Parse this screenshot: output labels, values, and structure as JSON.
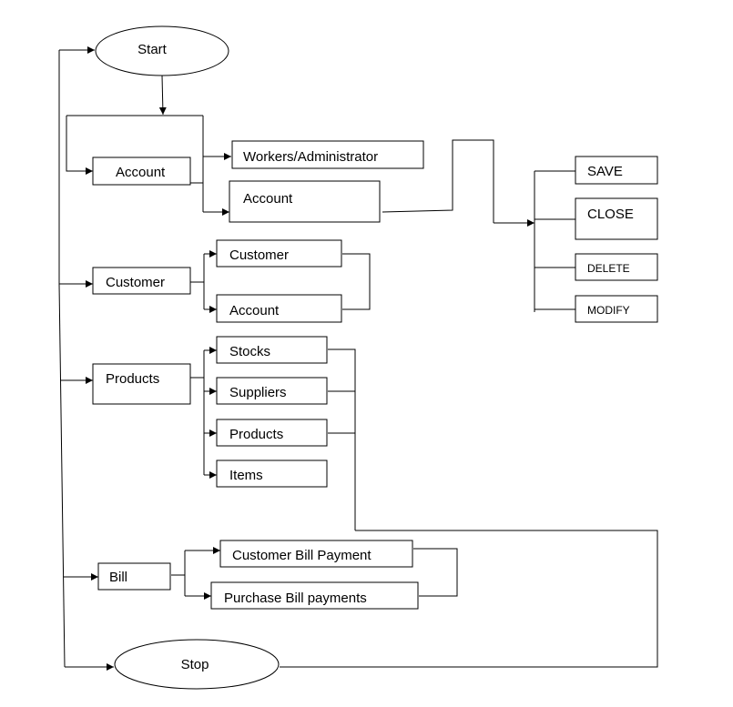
{
  "diagram": {
    "start": "Start",
    "stop": "Stop",
    "account": {
      "label": "Account",
      "children": [
        "Workers/Administrator",
        "Account"
      ]
    },
    "actions": [
      "SAVE",
      "CLOSE",
      "DELETE",
      "MODIFY"
    ],
    "customer": {
      "label": "Customer",
      "children": [
        "Customer",
        "Account"
      ]
    },
    "products": {
      "label": "Products",
      "children": [
        "Stocks",
        "Suppliers",
        "Products",
        "Items"
      ]
    },
    "bill": {
      "label": "Bill",
      "children": [
        "Customer Bill Payment",
        "Purchase Bill payments"
      ]
    }
  }
}
